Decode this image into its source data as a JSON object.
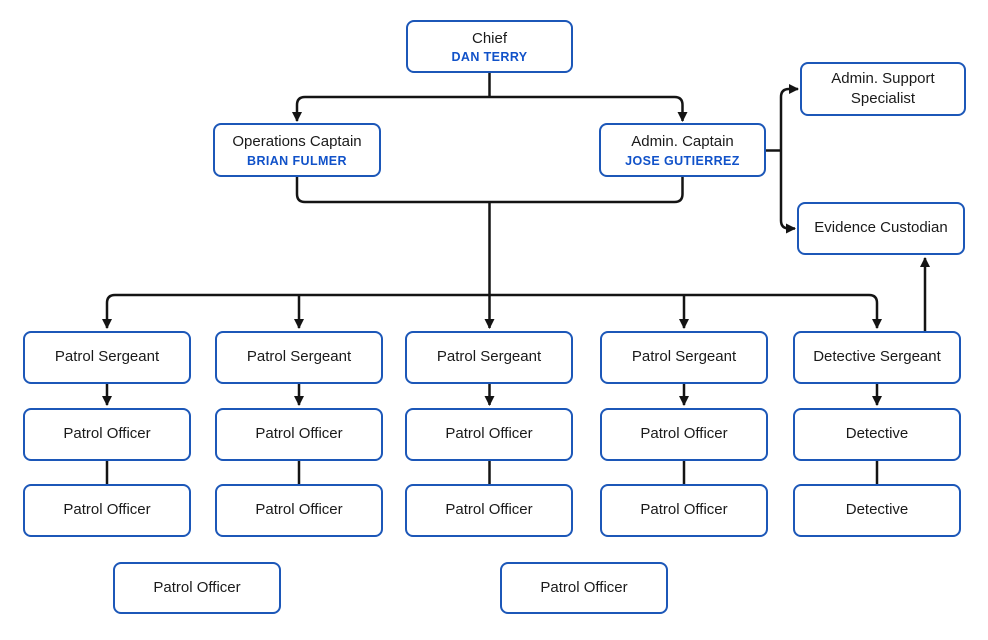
{
  "colors": {
    "background": "#ffffff",
    "box_fill": "#ffffff",
    "box_border": "#1c57b8",
    "name_text": "#1152c9",
    "line": "#141414"
  },
  "nodes": {
    "chief": {
      "title": "Chief",
      "name": "DAN TERRY"
    },
    "operations_captain": {
      "title": "Operations Captain",
      "name": "BRIAN FULMER"
    },
    "admin_captain": {
      "title": "Admin. Captain",
      "name": "JOSE GUTIERREZ"
    },
    "admin_support_specialist": {
      "title": "Admin. Support Specialist"
    },
    "evidence_custodian": {
      "title": "Evidence Custodian"
    },
    "sergeants": [
      "Patrol Sergeant",
      "Patrol Sergeant",
      "Patrol Sergeant",
      "Patrol Sergeant",
      "Detective Sergeant"
    ],
    "officers_row1": [
      "Patrol Officer",
      "Patrol Officer",
      "Patrol Officer",
      "Patrol Officer",
      "Detective"
    ],
    "officers_row2": [
      "Patrol Officer",
      "Patrol Officer",
      "Patrol Officer",
      "Patrol Officer",
      "Detective"
    ],
    "unassigned": [
      "Patrol Officer",
      "Patrol Officer"
    ]
  }
}
